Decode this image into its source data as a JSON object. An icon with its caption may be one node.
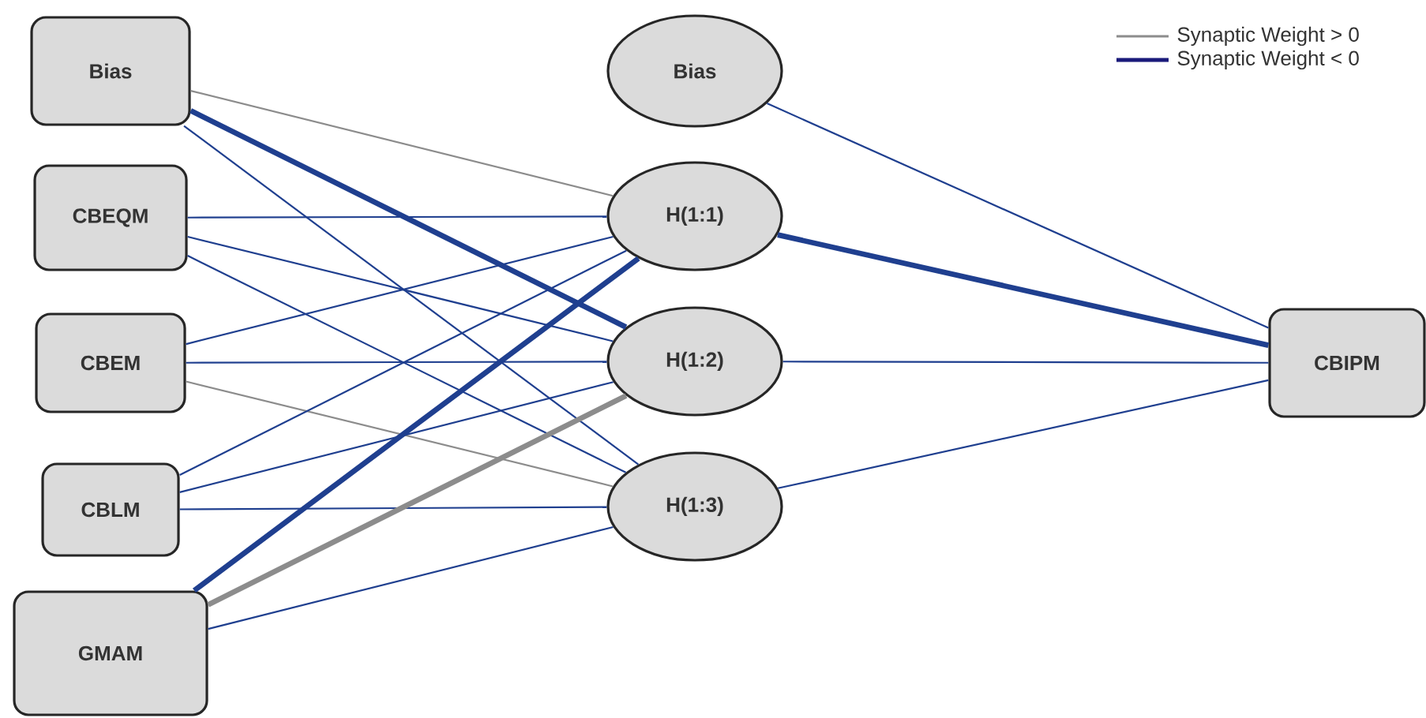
{
  "diagram": {
    "nodes": [
      {
        "text": [
          "Bias"
        ]
      },
      {
        "text": [
          "CBEQM"
        ]
      },
      {
        "text": [
          "CBEM"
        ]
      },
      {
        "text": [
          "CBLM"
        ]
      },
      {
        "text": [
          "GMAM"
        ]
      },
      {
        "text": [
          "Bias"
        ]
      },
      {
        "text": [
          "H(1:1)"
        ]
      },
      {
        "text": [
          "H(1:2)"
        ]
      },
      {
        "text": [
          "H(1:3)"
        ]
      },
      {
        "text": [
          "CBIPM"
        ]
      }
    ],
    "edges": [
      {
        "from": 0,
        "to": 6,
        "arrow": "none",
        "color": "#8c8c8c"
      },
      {
        "from": 0,
        "to": 7,
        "arrow": "none",
        "style": "thick"
      },
      {
        "from": 0,
        "to": 8,
        "arrow": "none"
      },
      {
        "from": 1,
        "to": 6,
        "arrow": "none"
      },
      {
        "from": 1,
        "to": 7,
        "arrow": "none"
      },
      {
        "from": 1,
        "to": 8,
        "arrow": "none"
      },
      {
        "from": 2,
        "to": 6,
        "arrow": "none"
      },
      {
        "from": 2,
        "to": 7,
        "arrow": "none"
      },
      {
        "from": 2,
        "to": 8,
        "arrow": "none",
        "color": "#8c8c8c"
      },
      {
        "from": 3,
        "to": 6,
        "arrow": "none"
      },
      {
        "from": 3,
        "to": 7,
        "arrow": "none"
      },
      {
        "from": 3,
        "to": 8,
        "arrow": "none"
      },
      {
        "from": 4,
        "to": 6,
        "arrow": "none",
        "style": "thick"
      },
      {
        "from": 4,
        "to": 7,
        "arrow": "none",
        "style": "thick",
        "color": "#8c8c8c"
      },
      {
        "from": 4,
        "to": 8,
        "arrow": "none"
      },
      {
        "from": 5,
        "to": 9,
        "arrow": "none"
      },
      {
        "from": 6,
        "to": 9,
        "arrow": "none",
        "style": "thick"
      },
      {
        "from": 7,
        "to": 9,
        "arrow": "none"
      },
      {
        "from": 8,
        "to": 9,
        "arrow": "none"
      }
    ],
    "legend": [
      {
        "text": "Synaptic Weight > 0"
      },
      {
        "text": "Synaptic Weight < 0"
      }
    ]
  }
}
